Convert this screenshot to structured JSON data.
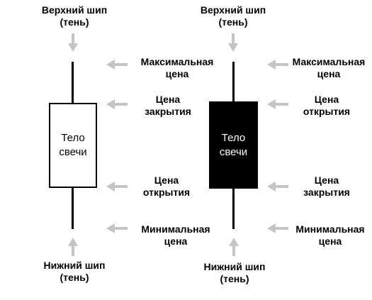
{
  "colors": {
    "arrow": "#c4c4c4",
    "bullish_fill": "#ffffff",
    "bearish_fill": "#000000",
    "outline": "#000000"
  },
  "bullish": {
    "upper_wick": [
      "Верхний шип",
      "(тень)"
    ],
    "max_price": [
      "Максимальная",
      "цена"
    ],
    "close_price": [
      "Цена",
      "закрытия"
    ],
    "body": [
      "Тело",
      "свечи"
    ],
    "open_price": [
      "Цена",
      "открытия"
    ],
    "min_price": [
      "Минимальная",
      "цена"
    ],
    "lower_wick": [
      "Нижний шип",
      "(тень)"
    ]
  },
  "bearish": {
    "upper_wick": [
      "Верхний шип",
      "(тень)"
    ],
    "max_price": [
      "Максимальная",
      "цена"
    ],
    "open_price": [
      "Цена",
      "открытия"
    ],
    "body": [
      "Тело",
      "свечи"
    ],
    "close_price": [
      "Цена",
      "закрытия"
    ],
    "min_price": [
      "Минимальная",
      "цена"
    ],
    "lower_wick": [
      "Нижний шип",
      "(тень)"
    ]
  }
}
